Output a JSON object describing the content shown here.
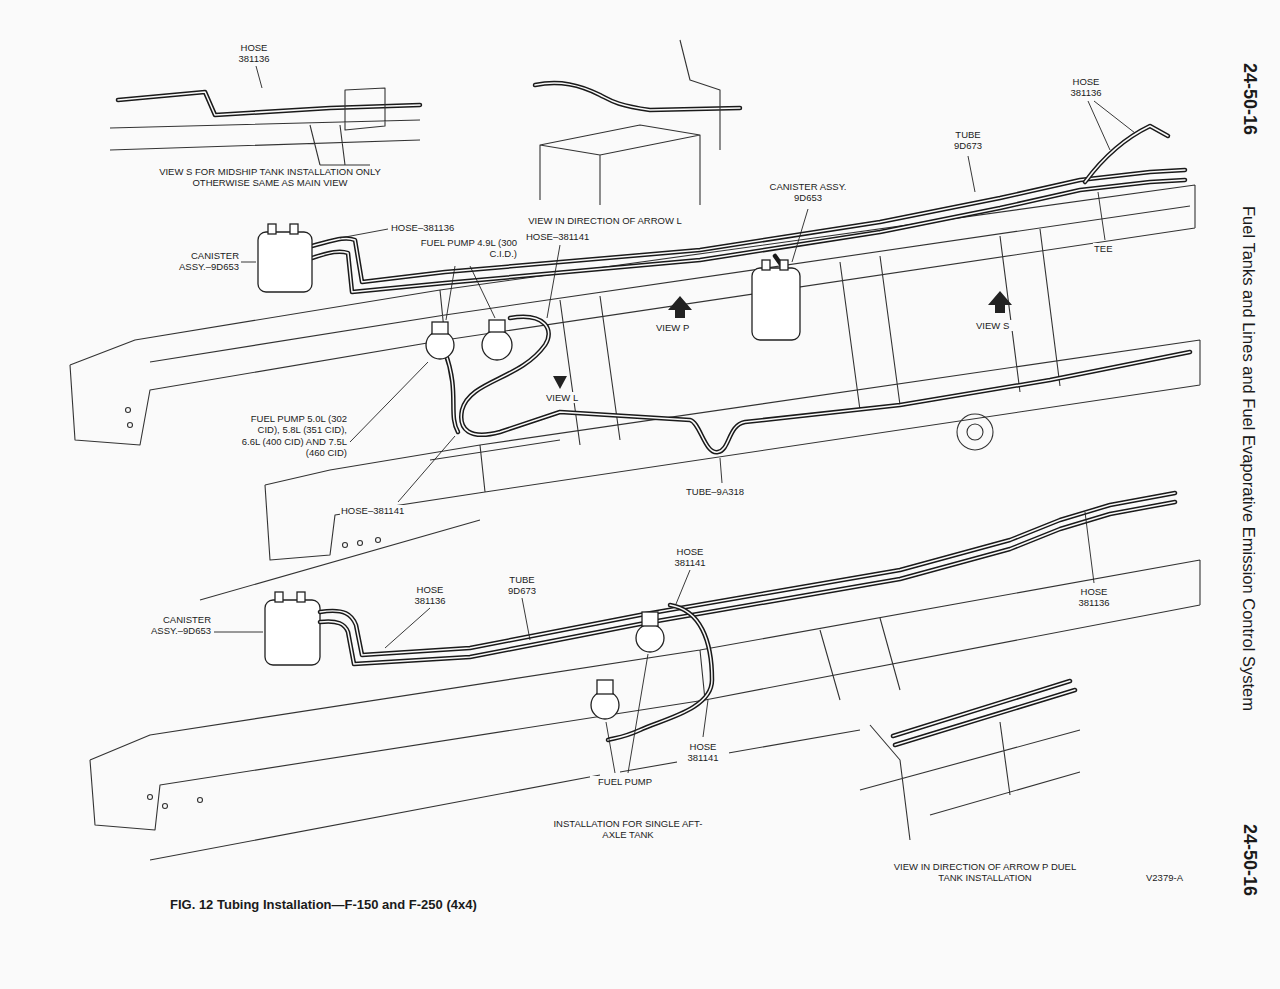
{
  "diagram": {
    "caption": "FIG. 12 Tubing Installation—F-150 and F-250 (4x4)",
    "labels": [
      "HOSE 381136",
      "VIEW S FOR MIDSHIP TANK INSTALLATION ONLY OTHERWISE SAME AS MAIN VIEW",
      "VIEW IN DIRECTION OF ARROW L",
      "HOSE–381141",
      "HOSE–381136",
      "CANISTER ASSY.–9D653",
      "FUEL PUMP 4.9L (300 C.I.D.)",
      "FUEL PUMP 5.0L (302 CID), 5.8L (351 CID), 6.6L (400 CID) AND 7.5L (460 CID)",
      "HOSE–381141",
      "VIEW L",
      "VIEW P",
      "TUBE–9A318",
      "CANISTER ASSY. 9D653",
      "TUBE 9D673",
      "HOSE 381136",
      "TEE",
      "VIEW S",
      "CANISTER ASSY.–9D653",
      "HOSE 381136",
      "TUBE 9D673",
      "HOSE 381141",
      "HOSE 381141",
      "FUEL PUMP",
      "INSTALLATION FOR SINGLE AFT-AXLE TANK",
      "HOSE 381136",
      "VIEW IN DIRECTION OF ARROW P DUEL TANK INSTALLATION",
      "V2379-A",
      "24-50-16",
      "Fuel Tanks and Lines and Fuel Evaporative Emission Control System",
      "24-50-16"
    ]
  }
}
